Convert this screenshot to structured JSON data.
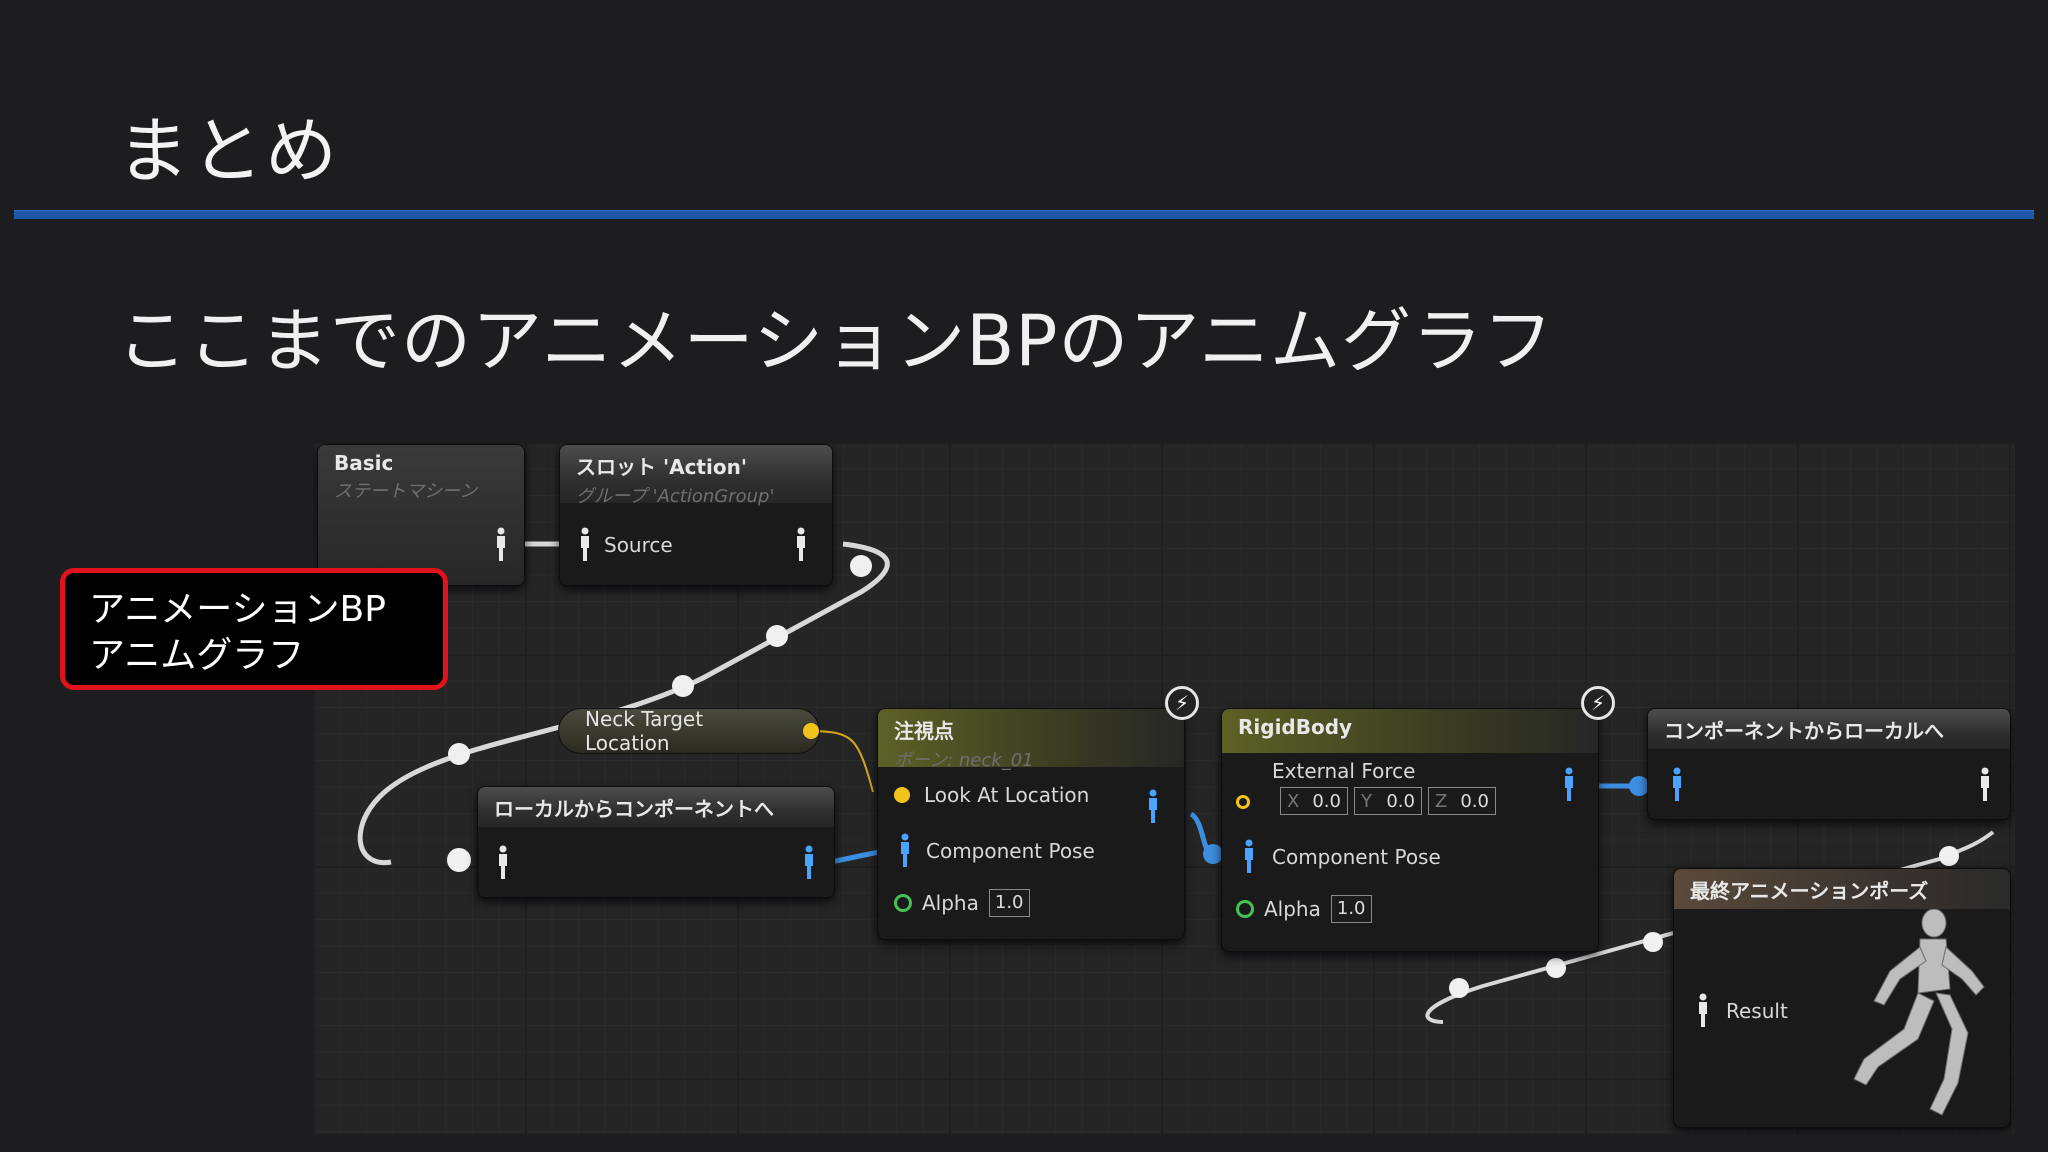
{
  "slide": {
    "title": "まとめ",
    "subtitle": "ここまでのアニメーションBPのアニムグラフ"
  },
  "callout": {
    "line1": "アニメーションBP",
    "line2": "アニムグラフ"
  },
  "nodes": {
    "basic": {
      "title": "Basic",
      "subtitle": "ステートマシーン"
    },
    "slot": {
      "title": "スロット 'Action'",
      "subtitle": "グループ 'ActionGroup'",
      "pin_source": "Source"
    },
    "neck_target": {
      "label": "Neck Target Location"
    },
    "local_to_component": {
      "title": "ローカルからコンポーネントへ"
    },
    "look_at": {
      "title": "注視点",
      "subtitle": "ボーン: neck_01",
      "pin_look_at": "Look At Location",
      "pin_component_pose": "Component Pose",
      "pin_alpha": "Alpha",
      "alpha_value": "1.0"
    },
    "rigid_body": {
      "title": "RigidBody",
      "pin_external_force": "External Force",
      "force_x_label": "X",
      "force_x": "0.0",
      "force_y_label": "Y",
      "force_y": "0.0",
      "force_z_label": "Z",
      "force_z": "0.0",
      "pin_component_pose": "Component Pose",
      "pin_alpha": "Alpha",
      "alpha_value": "1.0"
    },
    "component_to_local": {
      "title": "コンポーネントからローカルへ"
    },
    "final_pose": {
      "title": "最終アニメーションポーズ",
      "pin_result": "Result"
    }
  },
  "colors": {
    "title_rule": "#1f58a8",
    "callout_border": "#e0121b",
    "pose_pin_white": "#e8e8e8",
    "pose_pin_blue": "#4aa3ff",
    "vector_pin": "#f2c31a",
    "float_pin": "#46c254"
  },
  "icons": {
    "pose_pin": "pose-figure-icon",
    "fast_path": "lightning-bolt-icon",
    "final_pose_preview": "running-mannequin-icon"
  }
}
